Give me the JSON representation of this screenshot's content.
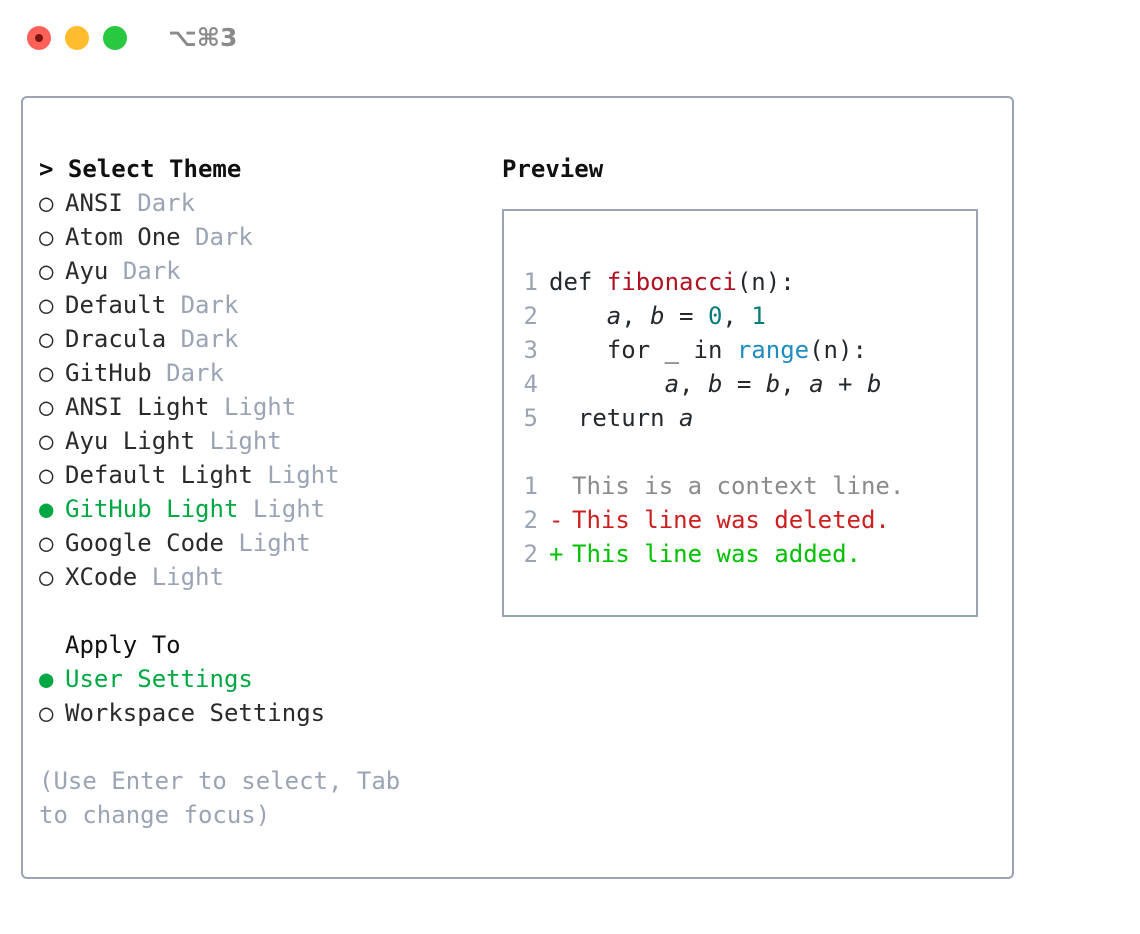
{
  "titlebar": {
    "shortcut": "⌥⌘3",
    "buttons": [
      "close",
      "minimize",
      "maximize"
    ]
  },
  "theme_picker": {
    "header_caret": ">",
    "header_label": "Select Theme",
    "selected_theme": "GitHub Light",
    "items": [
      {
        "bullet": "○",
        "name": "ANSI",
        "tag": "Dark",
        "selected": false
      },
      {
        "bullet": "○",
        "name": "Atom One",
        "tag": "Dark",
        "selected": false
      },
      {
        "bullet": "○",
        "name": "Ayu",
        "tag": "Dark",
        "selected": false
      },
      {
        "bullet": "○",
        "name": "Default",
        "tag": "Dark",
        "selected": false
      },
      {
        "bullet": "○",
        "name": "Dracula",
        "tag": "Dark",
        "selected": false
      },
      {
        "bullet": "○",
        "name": "GitHub",
        "tag": "Dark",
        "selected": false
      },
      {
        "bullet": "○",
        "name": "ANSI Light",
        "tag": "Light",
        "selected": false
      },
      {
        "bullet": "○",
        "name": "Ayu Light",
        "tag": "Light",
        "selected": false
      },
      {
        "bullet": "○",
        "name": "Default Light",
        "tag": "Light",
        "selected": false
      },
      {
        "bullet": "●",
        "name": "GitHub Light",
        "tag": "Light",
        "selected": true
      },
      {
        "bullet": "○",
        "name": "Google Code",
        "tag": "Light",
        "selected": false
      },
      {
        "bullet": "○",
        "name": "XCode",
        "tag": "Light",
        "selected": false
      }
    ]
  },
  "apply_to": {
    "title": "Apply To",
    "selected": "User Settings",
    "items": [
      {
        "bullet": "●",
        "name": "User Settings",
        "selected": true
      },
      {
        "bullet": "○",
        "name": "Workspace Settings",
        "selected": false
      }
    ]
  },
  "hint": "(Use Enter to select, Tab to change focus)",
  "preview": {
    "title": "Preview",
    "code_lines": [
      {
        "num": "1",
        "tokens": [
          {
            "text": "def ",
            "kind": "kw"
          },
          {
            "text": "fibonacci",
            "kind": "fn"
          },
          {
            "text": "(n):",
            "kind": "plain"
          }
        ]
      },
      {
        "num": "2",
        "tokens": [
          {
            "text": "    ",
            "kind": "plain"
          },
          {
            "text": "a",
            "kind": "var"
          },
          {
            "text": ", ",
            "kind": "plain"
          },
          {
            "text": "b",
            "kind": "var"
          },
          {
            "text": " = ",
            "kind": "plain"
          },
          {
            "text": "0",
            "kind": "num"
          },
          {
            "text": ", ",
            "kind": "plain"
          },
          {
            "text": "1",
            "kind": "num"
          }
        ]
      },
      {
        "num": "3",
        "tokens": [
          {
            "text": "    for _ in ",
            "kind": "plain"
          },
          {
            "text": "range",
            "kind": "builtin"
          },
          {
            "text": "(n):",
            "kind": "plain"
          }
        ]
      },
      {
        "num": "4",
        "tokens": [
          {
            "text": "        ",
            "kind": "plain"
          },
          {
            "text": "a",
            "kind": "var"
          },
          {
            "text": ", ",
            "kind": "plain"
          },
          {
            "text": "b",
            "kind": "var"
          },
          {
            "text": " = ",
            "kind": "plain"
          },
          {
            "text": "b",
            "kind": "var"
          },
          {
            "text": ", ",
            "kind": "plain"
          },
          {
            "text": "a",
            "kind": "var"
          },
          {
            "text": " + ",
            "kind": "plain"
          },
          {
            "text": "b",
            "kind": "var"
          }
        ]
      },
      {
        "num": "5",
        "tokens": [
          {
            "text": "  return ",
            "kind": "plain"
          },
          {
            "text": "a",
            "kind": "var"
          }
        ]
      }
    ],
    "diff_lines": [
      {
        "num": "1",
        "sign": " ",
        "text": "This is a context line.",
        "kind": "ctx"
      },
      {
        "num": "2",
        "sign": "-",
        "text": "This line was deleted.",
        "kind": "del"
      },
      {
        "num": "2",
        "sign": "+",
        "text": "This line was added.",
        "kind": "add"
      }
    ]
  },
  "colors": {
    "accent_green": "#00a844",
    "muted": "#9aa4b4",
    "border": "#9aa4b4",
    "function": "#b01020",
    "builtin": "#1f8cc0",
    "number": "#0a7b7b",
    "diff_add": "#00c000",
    "diff_del": "#cc2020"
  }
}
